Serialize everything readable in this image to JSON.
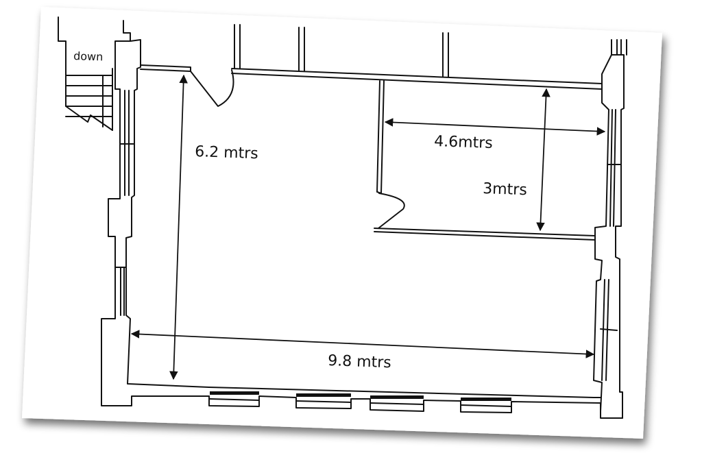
{
  "plan": {
    "stair_label": "down",
    "dim_height_main": "6.2 mtrs",
    "dim_width_office": "4.6mtrs",
    "dim_height_office": "3mtrs",
    "dim_width_main": "9.8 mtrs"
  },
  "colors": {
    "line": "#111111",
    "paper": "#ffffff",
    "shadow": "#9a9a9a"
  }
}
